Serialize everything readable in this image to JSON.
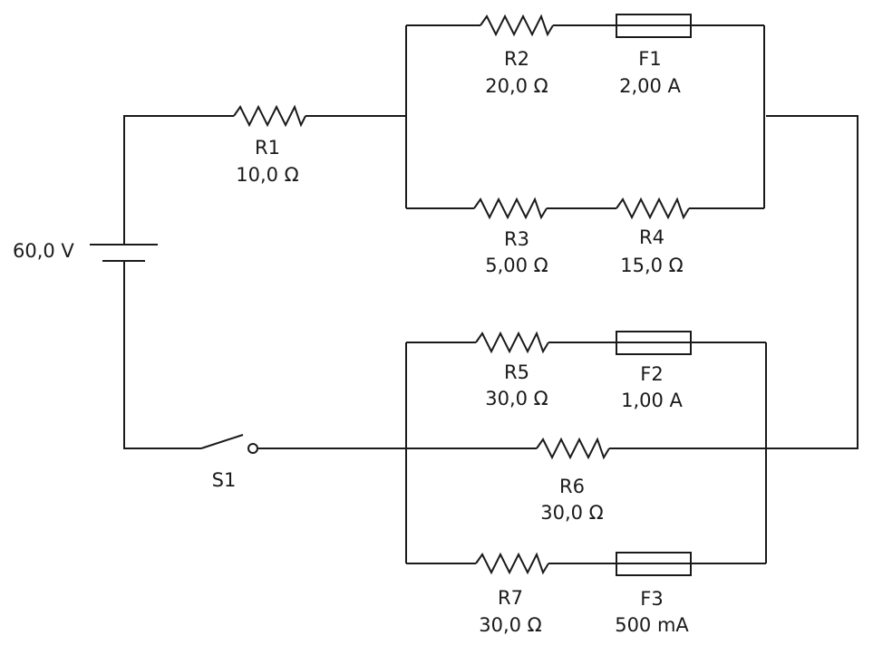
{
  "battery": {
    "label": "60,0 V"
  },
  "switch": {
    "name": "S1"
  },
  "resistors": [
    {
      "id": "R1",
      "value": "10,0 Ω"
    },
    {
      "id": "R2",
      "value": "20,0 Ω"
    },
    {
      "id": "R3",
      "value": "5,00 Ω"
    },
    {
      "id": "R4",
      "value": "15,0 Ω"
    },
    {
      "id": "R5",
      "value": "30,0 Ω"
    },
    {
      "id": "R6",
      "value": "30,0 Ω"
    },
    {
      "id": "R7",
      "value": "30,0 Ω"
    }
  ],
  "fuses": [
    {
      "id": "F1",
      "rating": "2,00 A"
    },
    {
      "id": "F2",
      "rating": "1,00 A"
    },
    {
      "id": "F3",
      "rating": "500 mA"
    }
  ]
}
